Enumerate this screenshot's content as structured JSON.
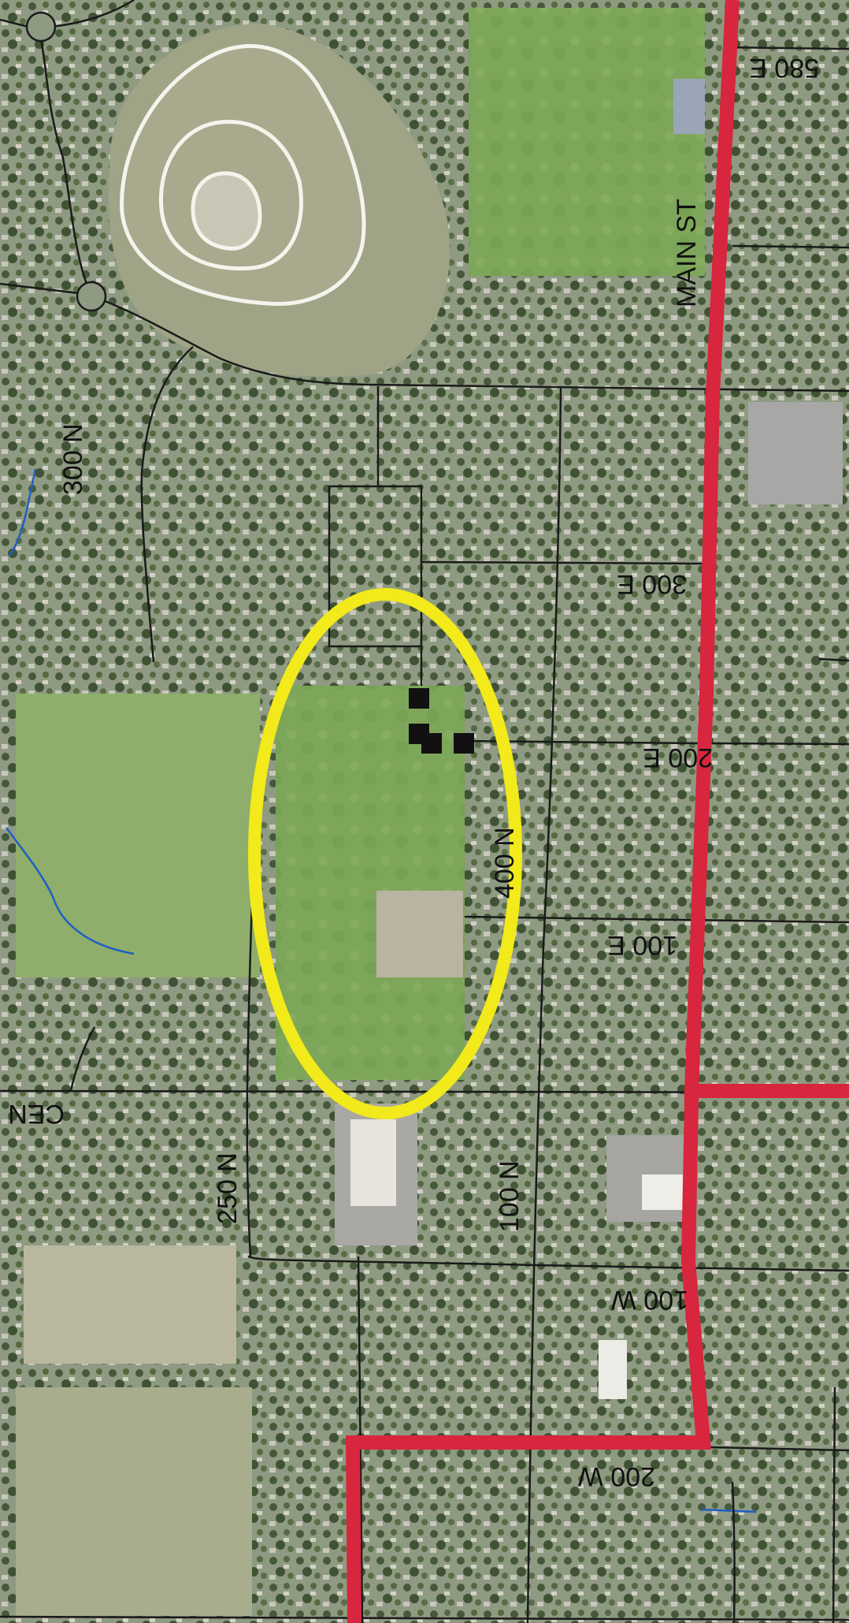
{
  "map": {
    "street_labels": {
      "main_st": "MAIN ST",
      "e_580": "580 E",
      "n_300": "300 N",
      "e_300": "300 E",
      "e_200": "200 E",
      "n_400": "400 N",
      "e_100": "100 E",
      "cen": "CEN",
      "n_250": "250 N",
      "n_100": "100 N",
      "w_100": "100 W",
      "w_200": "200 W"
    },
    "colors": {
      "boundary": "#d7263d",
      "highlight_ellipse": "#f2ea1a",
      "road": "#1a1a1a",
      "water": "#1f5fc4",
      "grass": "#7fa85c",
      "neighborhood": "#8c9a7e"
    },
    "icons": [
      "parcel-marker-square",
      "roundabout-circle",
      "terraced-hill"
    ]
  }
}
